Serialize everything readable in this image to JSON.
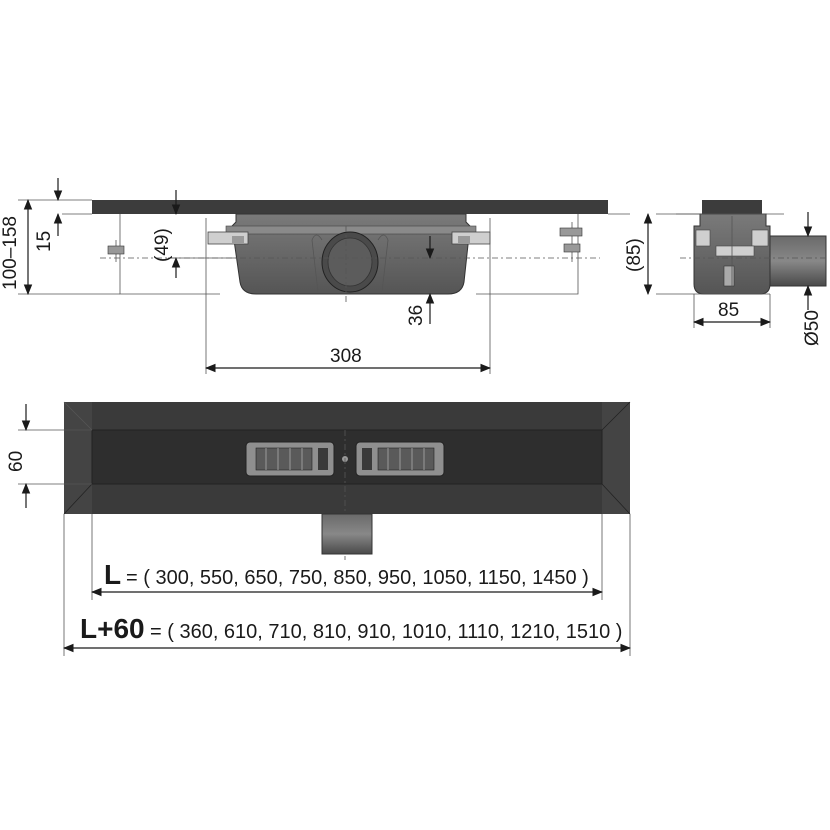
{
  "dimensions": {
    "install_height": "100–158",
    "flange": "15",
    "inner_height": "(49)",
    "outlet_height": "36",
    "body_width": "308",
    "side_height": "(85)",
    "side_width": "85",
    "outlet_diameter": "Ø50",
    "channel_width": "60"
  },
  "lengths": {
    "l_label": "L",
    "l_values": "= ( 300, 550, 650, 750, 850, 950, 1050, 1150, 1450 )",
    "l60_label": "L+60",
    "l60_values": "= ( 360, 610, 710, 810, 910, 1010, 1110, 1210, 1510 )"
  },
  "colors": {
    "steel_dark": "#3a3a3a",
    "steel_mid": "#5a5a5a",
    "body_grey": "#6e6e6e",
    "light_grey": "#bdbdbd"
  }
}
